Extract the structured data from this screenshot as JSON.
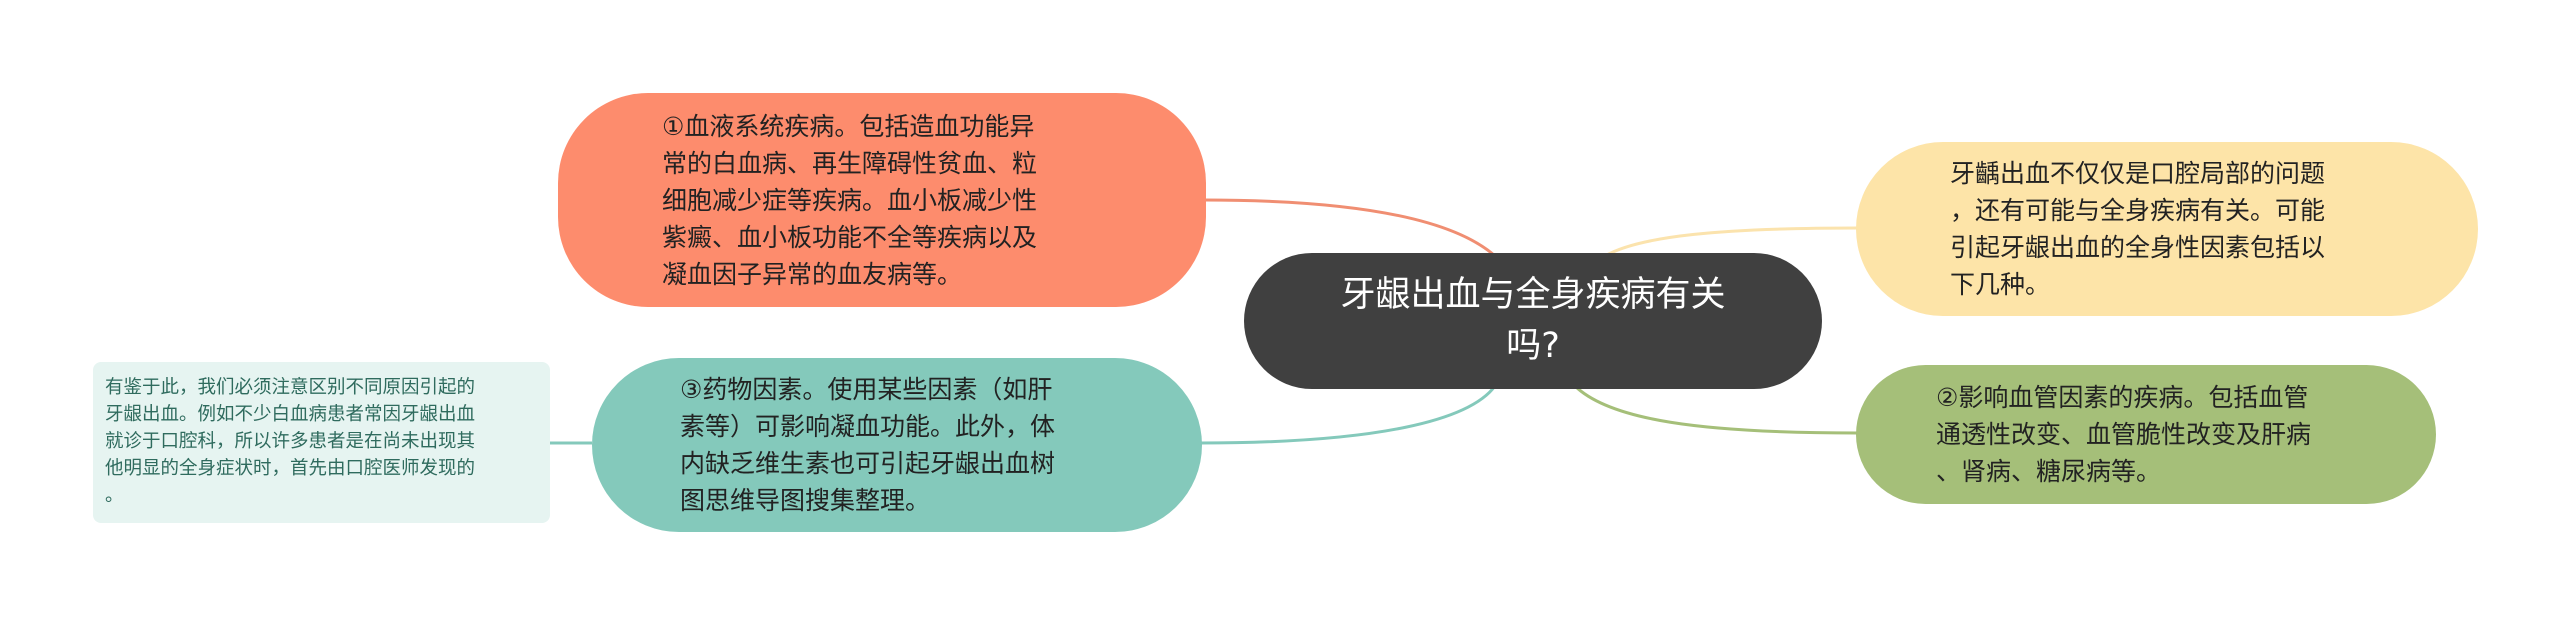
{
  "mindmap": {
    "center": {
      "text": "牙龈出血与全身疾病有关\n吗?",
      "color": "#404040",
      "text_color": "#ffffff"
    },
    "branches": [
      {
        "id": "hematologic",
        "text": "①血液系统疾病。包括造血功能异\n常的白血病、再生障碍性贫血、粒\n细胞减少症等疾病。血小板减少性\n紫癜、血小板功能不全等疾病以及\n凝血因子异常的血友病等。",
        "color": "#fd8c6d",
        "side": "left"
      },
      {
        "id": "intro",
        "text": "牙齲出血不仅仅是口腔局部的问题\n，还有可能与全身疾病有关。可能\n引起牙龈出血的全身性因素包括以\n下几种。",
        "color": "#fde4a8",
        "side": "right"
      },
      {
        "id": "drug",
        "text": "③药物因素。使用某些因素（如肝\n素等）可影响凝血功能。此外，体\n内缺乏维生素也可引起牙龈出血树\n图思维导图搜集整理。",
        "color": "#84c9bb",
        "side": "left"
      },
      {
        "id": "vascular",
        "text": "②影响血管因素的疾病。包括血管\n通透性改变、血管脆性改变及肝病\n、肾病、糖尿病等。",
        "color": "#a5bf79",
        "side": "right"
      }
    ],
    "note": {
      "text": "有鉴于此，我们必须注意区别不同原因引起的\n牙龈出血。例如不少白血病患者常因牙龈出血\n就诊于口腔科，所以许多患者是在尚未出现其\n他明显的全身症状时，首先由口腔医师发现的\n。",
      "background": "#e6f4f1",
      "text_color": "#2f6b5e",
      "attached_to": "drug"
    },
    "connector_colors": {
      "hematologic": "#f08e72",
      "intro": "#fbe3ad",
      "drug": "#84c9bb",
      "vascular": "#a5bf79",
      "note": "#84c9bb"
    }
  }
}
